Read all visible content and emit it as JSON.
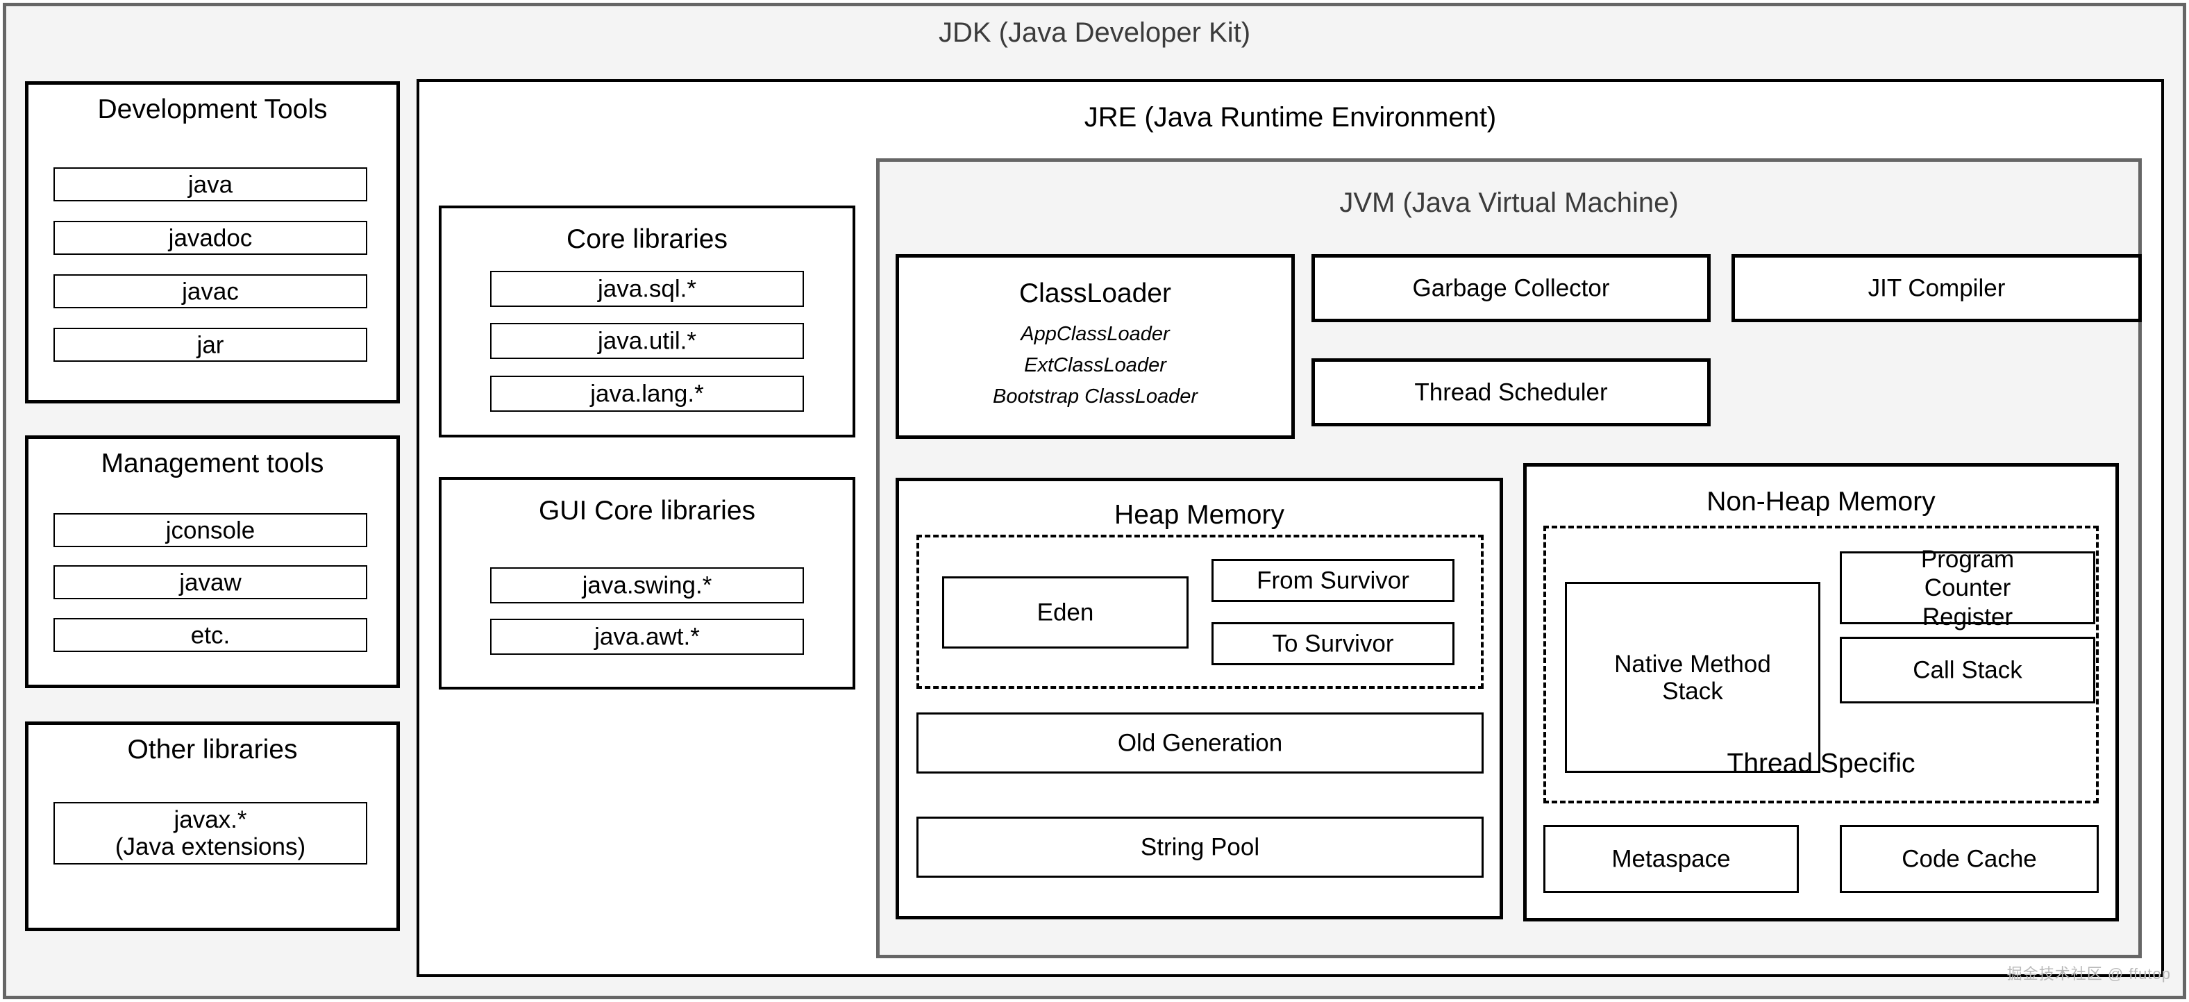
{
  "diagram": {
    "jdk_title": "JDK (Java Developer Kit)",
    "jre_title": "JRE (Java Runtime Environment)",
    "jvm_title": "JVM (Java Virtual Machine)",
    "watermark": "掘金技术社区 @ ffutop",
    "colors": {
      "outer_border": "#666666",
      "outer_fill": "#f4f4f4",
      "box_border": "#000000",
      "box_fill": "#ffffff",
      "jvm_border": "#666666",
      "jvm_fill": "#f4f4f4",
      "title_text": "#3b3b3b",
      "body_text": "#000000",
      "watermark_text": "#b9b9b9"
    }
  },
  "left_column": {
    "development_tools": {
      "title": "Development Tools",
      "items": [
        "java",
        "javadoc",
        "javac",
        "jar"
      ]
    },
    "management_tools": {
      "title": "Management tools",
      "items": [
        "jconsole",
        "javaw",
        "etc."
      ]
    },
    "other_libraries": {
      "title": "Other libraries",
      "items": [
        "javax.*\n(Java extensions)"
      ]
    }
  },
  "library_column": {
    "core_libraries": {
      "title": "Core libraries",
      "items": [
        "java.sql.*",
        "java.util.*",
        "java.lang.*"
      ]
    },
    "gui_core_libraries": {
      "title": "GUI Core libraries",
      "items": [
        "java.swing.*",
        "java.awt.*"
      ]
    }
  },
  "jvm": {
    "classloader": {
      "title": "ClassLoader",
      "loaders": [
        "AppClassLoader",
        "ExtClassLoader",
        "Bootstrap ClassLoader"
      ]
    },
    "garbage_collector": "Garbage Collector",
    "jit_compiler": "JIT Compiler",
    "thread_scheduler": "Thread Scheduler",
    "heap_memory": {
      "title": "Heap Memory",
      "young_generation": {
        "eden": "Eden",
        "from_survivor": "From Survivor",
        "to_survivor": "To Survivor"
      },
      "old_generation": "Old Generation",
      "string_pool": "String Pool"
    },
    "non_heap_memory": {
      "title": "Non-Heap Memory",
      "thread_specific": {
        "label": "Thread Specific",
        "native_method_stack": "Native Method\nStack",
        "program_counter_register": "Program\nCounter\nRegister",
        "call_stack": "Call Stack"
      },
      "metaspace": "Metaspace",
      "code_cache": "Code Cache"
    }
  }
}
